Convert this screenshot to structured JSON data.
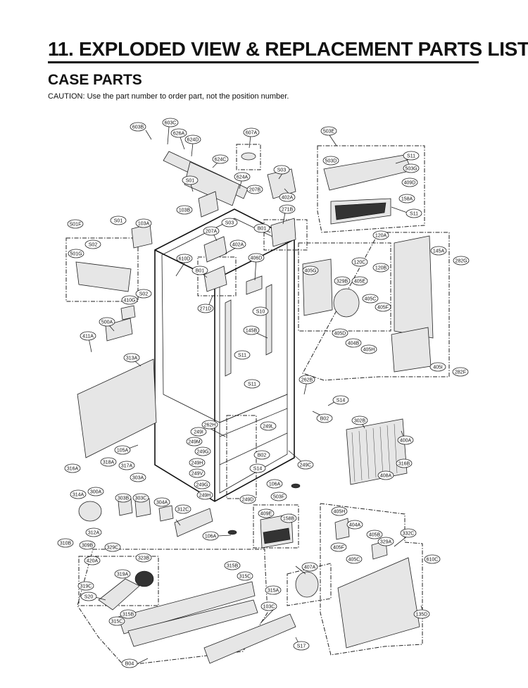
{
  "header": {
    "title": "11. EXPLODED VIEW & REPLACEMENT PARTS LIST",
    "subtitle": "CASE PARTS",
    "caution": "CAUTION: Use the part number to order part, not the position number."
  },
  "part_labels": [
    "603B",
    "603C",
    "626A",
    "624D",
    "607A",
    "503E",
    "624C",
    "624A",
    "S03",
    "S11",
    "503D",
    "503G",
    "S01",
    "207B",
    "402A",
    "409D",
    "158A",
    "103B",
    "271B",
    "S11",
    "S01",
    "103A",
    "S03",
    "207A",
    "B01",
    "120A",
    "S01F",
    "S02",
    "402A",
    "145A",
    "282G",
    "501G",
    "610D",
    "406D",
    "120C",
    "B01",
    "405G",
    "329B",
    "405E",
    "120B",
    "S02",
    "410G",
    "271D",
    "405C",
    "405F",
    "S10",
    "500A",
    "145B",
    "405D",
    "411A",
    "404B",
    "405H",
    "S11",
    "405I",
    "282F",
    "313A",
    "S11",
    "262B",
    "S14",
    "B02",
    "302B",
    "262H",
    "249L",
    "249I",
    "400A",
    "249M",
    "249G",
    "105A",
    "316B",
    "318A",
    "B02",
    "249H",
    "317A",
    "249C",
    "S14",
    "316A",
    "408A",
    "303A",
    "249V",
    "106A",
    "249G",
    "314A",
    "300A",
    "249H",
    "249D",
    "503F",
    "303B",
    "303C",
    "304A",
    "312C",
    "405H",
    "409E",
    "158B",
    "404A",
    "312A",
    "106A",
    "405B",
    "332C",
    "310B",
    "329A",
    "309B",
    "329C",
    "405F",
    "323B",
    "420A",
    "405C",
    "610C",
    "315B",
    "407A",
    "315C",
    "319A",
    "319C",
    "315A",
    "S20",
    "103C",
    "135D",
    "315B",
    "315C",
    "S17",
    "B04"
  ]
}
